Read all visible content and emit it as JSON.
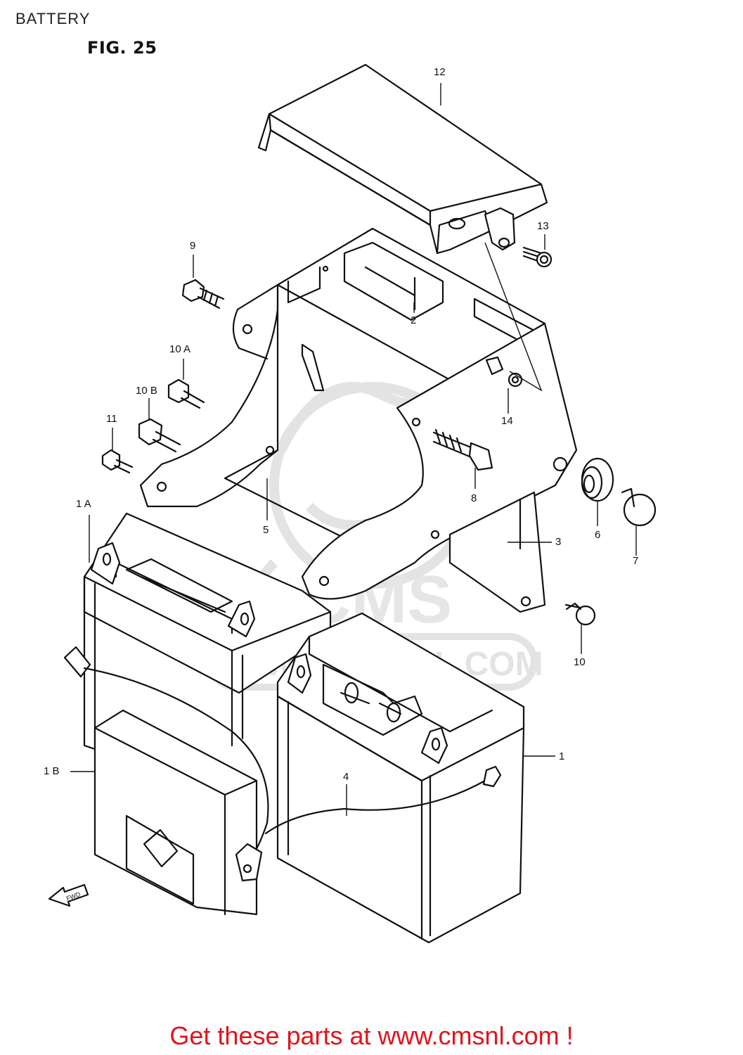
{
  "page": {
    "title": "BATTERY",
    "figure": "FIG. 25"
  },
  "watermark": {
    "logo_text": "CMS",
    "site_text": "WWW.CMSNL.COM"
  },
  "callouts": {
    "c1": "1",
    "c1a": "1 A",
    "c1b": "1 B",
    "c2": "2",
    "c3": "3",
    "c4": "4",
    "c5": "5",
    "c6": "6",
    "c7": "7",
    "c8": "8",
    "c9": "9",
    "c10": "10",
    "c10a": "10 A",
    "c10b": "10 B",
    "c11": "11",
    "c12": "12",
    "c13": "13",
    "c14": "14"
  },
  "fwd_label": "FWD",
  "promo": {
    "text": "Get these parts at www.cmsnl.com !"
  },
  "colors": {
    "line": "#111111",
    "watermark": "#e3e3e3",
    "promo": "#e0141c"
  }
}
